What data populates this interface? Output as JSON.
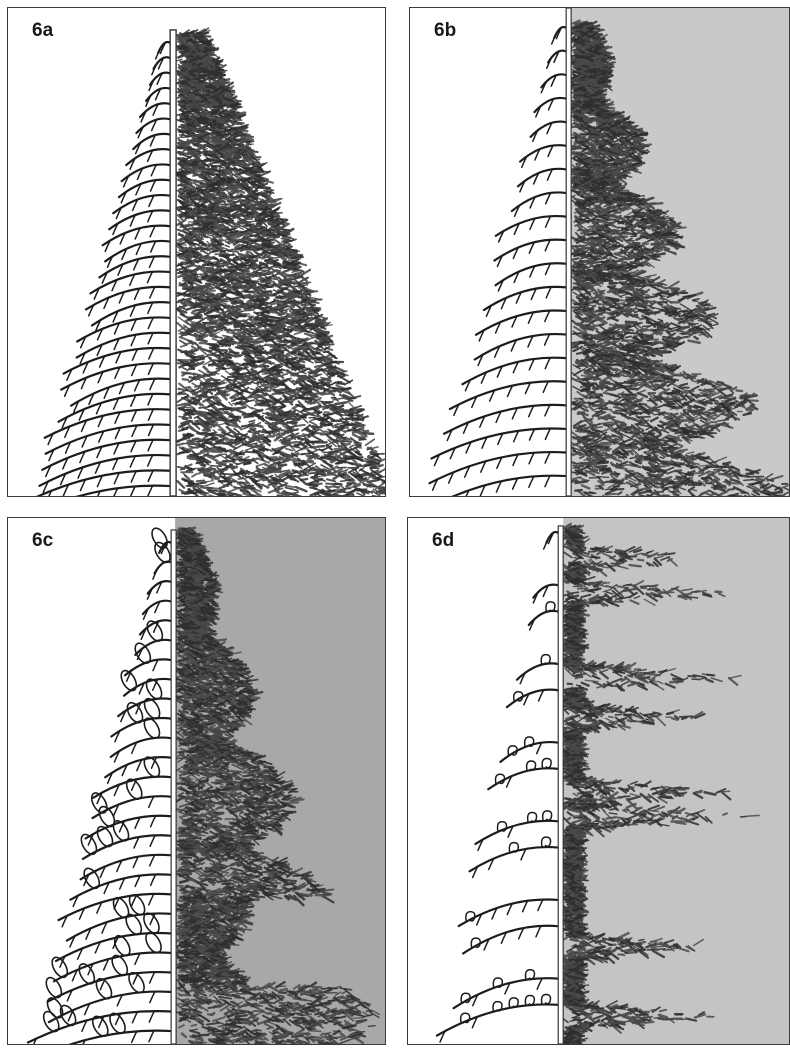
{
  "figure": {
    "panels": [
      {
        "id": "a",
        "label": "6a",
        "photo": "dense-conifer-crown",
        "sky": "#ffffff"
      },
      {
        "id": "b",
        "label": "6b",
        "photo": "open-conifer-crown",
        "sky": "#c9c9c9"
      },
      {
        "id": "c",
        "label": "6c",
        "photo": "conifer-with-gaps",
        "sky": "#a8a8a8"
      },
      {
        "id": "d",
        "label": "6d",
        "photo": "sparse-spreading-conifer",
        "sky": "#c4c4c4"
      }
    ],
    "colors": {
      "ink": "#1c1c1c",
      "foliage": "#4a4a4a",
      "foliage_dark": "#2e2e2e",
      "border": "#3a3a3a"
    }
  }
}
